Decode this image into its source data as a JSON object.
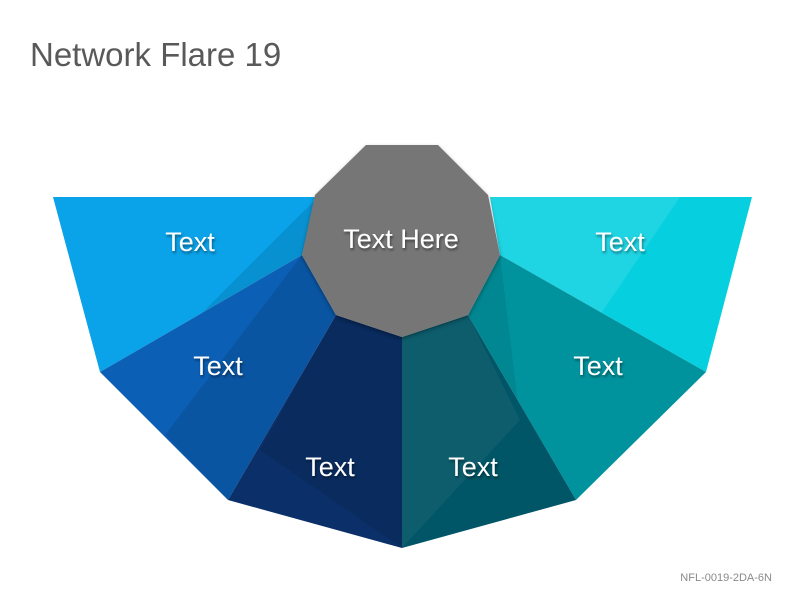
{
  "title": "Network Flare 19",
  "code": "NFL-0019-2DA-6N",
  "center": {
    "label": "Text Here",
    "color": "#767676"
  },
  "segments": [
    {
      "id": "top-left",
      "label": "Text",
      "color": "#0aa2e8"
    },
    {
      "id": "mid-left",
      "label": "Text",
      "color": "#0b5fb5"
    },
    {
      "id": "bottom-left",
      "label": "Text",
      "color": "#0b3069"
    },
    {
      "id": "bottom-right",
      "label": "Text",
      "color": "#005566"
    },
    {
      "id": "mid-right",
      "label": "Text",
      "color": "#00939e"
    },
    {
      "id": "top-right",
      "label": "Text",
      "color": "#06d0e0"
    }
  ]
}
